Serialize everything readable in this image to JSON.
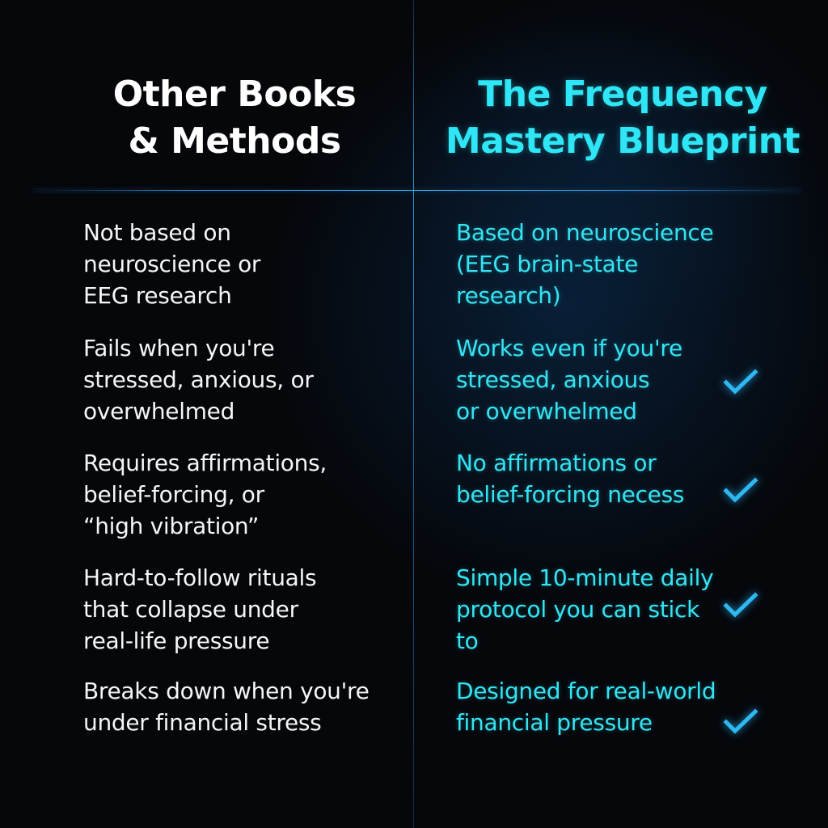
{
  "headers": {
    "left": "Other Books\n& Methods",
    "right": "The Frequency\nMastery Blueprint"
  },
  "rows": [
    {
      "left": "Not based on\nneuroscience or\nEEG research",
      "right": "Based on neuroscience\n(EEG brain-state\nresearch)",
      "right_check": false
    },
    {
      "left": "Fails when you're\nstressed, anxious, or\noverwhelmed",
      "right": "Works even if you're\nstressed, anxious\nor overwhelmed",
      "right_check": true
    },
    {
      "left": "Requires affirmations,\nbelief-forcing, or\n“high vibration”",
      "right": "No affirmations or\nbelief-forcing necess",
      "right_check": true
    },
    {
      "left": "Hard-to-follow rituals\nthat collapse under\nreal-life pressure",
      "right": "Simple 10-minute daily\nprotocol you can stick\nto",
      "right_check": true
    },
    {
      "left": "Breaks down when you're\nunder financial stress",
      "right": "Designed for real-world\nfinancial pressure",
      "right_check": true
    }
  ],
  "icons": {
    "check": "check-icon"
  },
  "colors": {
    "background": "#05070b",
    "left_text": "#f4f6f8",
    "right_text": "#35e3f2",
    "heading_accent": "#2ee6f5",
    "divider": "#3aa0e6",
    "check": "#2fb8f0"
  }
}
